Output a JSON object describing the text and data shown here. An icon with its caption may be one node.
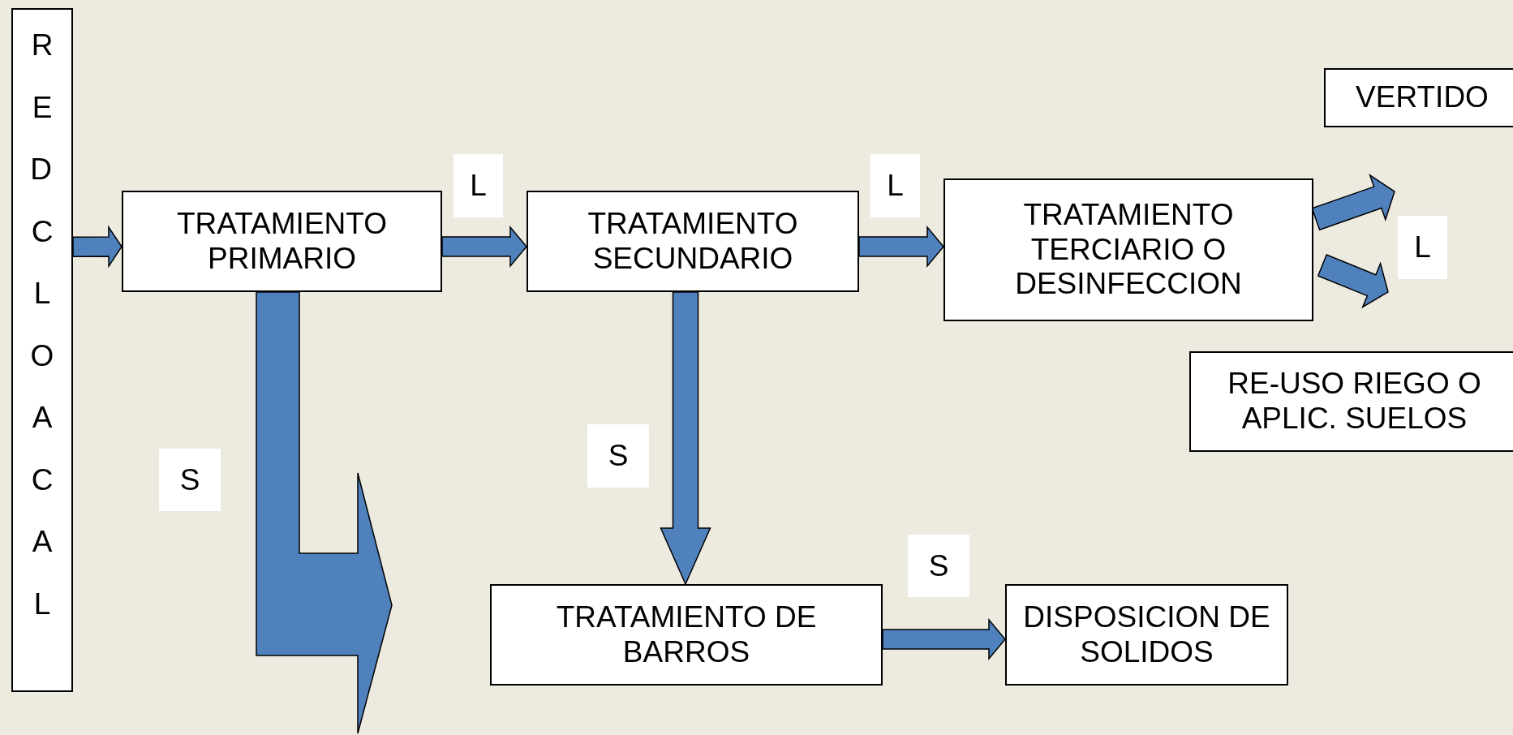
{
  "diagram": {
    "nodes": [
      {
        "text": [
          "RED CLOACAL"
        ]
      },
      {
        "text": [
          "TRATAMIENTO PRIMARIO"
        ]
      },
      {
        "text": [
          "TRATAMIENTO SECUNDARIO"
        ]
      },
      {
        "text": [
          "TRATAMIENTO TERCIARIO O DESINFECCION"
        ]
      },
      {
        "text": [
          "VERTIDO"
        ]
      },
      {
        "text": [
          "RE-USO RIEGO O APLIC. SUELOS"
        ]
      },
      {
        "text": [
          "TRATAMIENTO DE BARROS"
        ]
      },
      {
        "text": [
          "DISPOSICION DE SOLIDOS"
        ]
      }
    ],
    "edges": [
      {
        "from": 0,
        "to": 1,
        "arrow": "to"
      },
      {
        "from": 1,
        "to": 2,
        "arrow": "to",
        "label": "L"
      },
      {
        "from": 2,
        "to": 3,
        "arrow": "to",
        "label": "L"
      },
      {
        "from": 3,
        "to": 4,
        "arrow": "to"
      },
      {
        "from": 3,
        "to": 5,
        "arrow": "to"
      },
      {
        "from": 1,
        "to": null,
        "arrow": "to",
        "label": "S"
      },
      {
        "from": 2,
        "to": 6,
        "arrow": "to",
        "label": "S"
      },
      {
        "from": 6,
        "to": 7,
        "arrow": "to",
        "label": "S"
      }
    ],
    "labels": [
      "L"
    ]
  }
}
